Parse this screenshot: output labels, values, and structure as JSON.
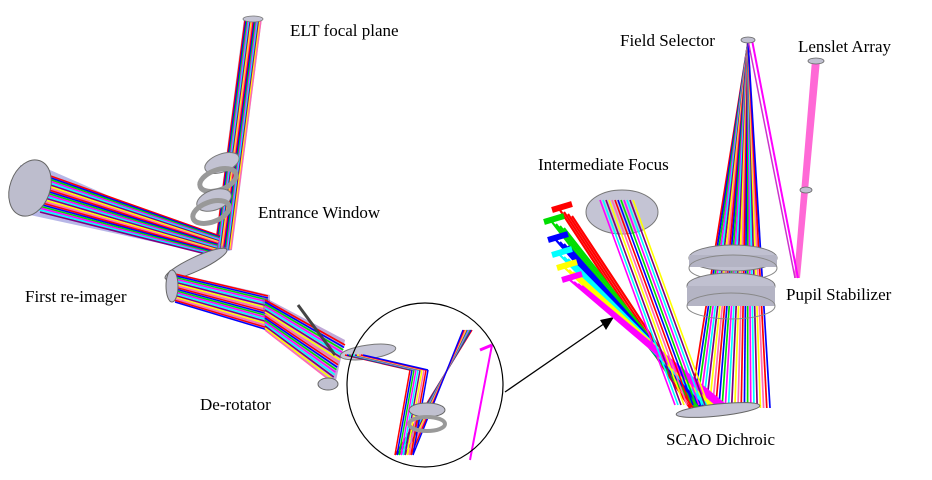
{
  "labels": {
    "elt_focal_plane": "ELT focal plane",
    "entrance_window": "Entrance Window",
    "first_reimager": "First re-imager",
    "derotator": "De-rotator",
    "intermediate_focus": "Intermediate Focus",
    "field_selector": "Field Selector",
    "lenslet_array": "Lenslet Array",
    "pupil_stabilizer": "Pupil Stabilizer",
    "scao_dichroic": "SCAO Dichroic"
  },
  "ray_colors": [
    "#ff0000",
    "#0000ff",
    "#00dd00",
    "#ff00ff",
    "#00ffff",
    "#800080",
    "#ffff00",
    "#ff69b4"
  ],
  "optic_color": "#b8b8c8"
}
